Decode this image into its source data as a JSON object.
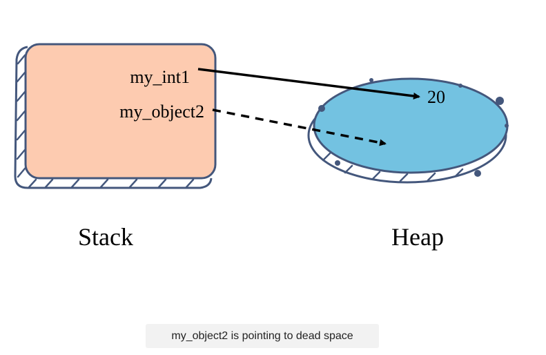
{
  "stack": {
    "title": "Stack",
    "variables": [
      "my_int1",
      "my_object2"
    ],
    "fill_color": "#fdcbb0",
    "outline_color": "#44577c"
  },
  "heap": {
    "title": "Heap",
    "value": "20",
    "fill_color": "#73c2e1",
    "outline_color": "#44577c"
  },
  "pointers": [
    {
      "from": "my_int1",
      "to": "20",
      "style": "solid"
    },
    {
      "from": "my_object2",
      "to": "dead space",
      "style": "dashed"
    }
  ],
  "caption": "my_object2 is pointing to dead space"
}
